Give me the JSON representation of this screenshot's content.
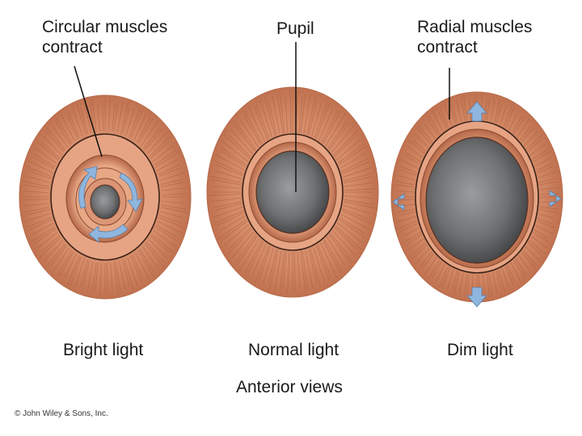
{
  "labels": {
    "circular": "Circular muscles\ncontract",
    "pupil": "Pupil",
    "radial": "Radial muscles\ncontract"
  },
  "conditions": {
    "bright": "Bright light",
    "normal": "Normal light",
    "dim": "Dim light"
  },
  "caption": "Anterior views",
  "copyright": "© John Wiley & Sons, Inc.",
  "colors": {
    "iris": "#d8906e",
    "iris_dark": "#a85a3c",
    "pupil": "#707274",
    "arrow": "#8fb6de",
    "outline": "#3a2218"
  }
}
